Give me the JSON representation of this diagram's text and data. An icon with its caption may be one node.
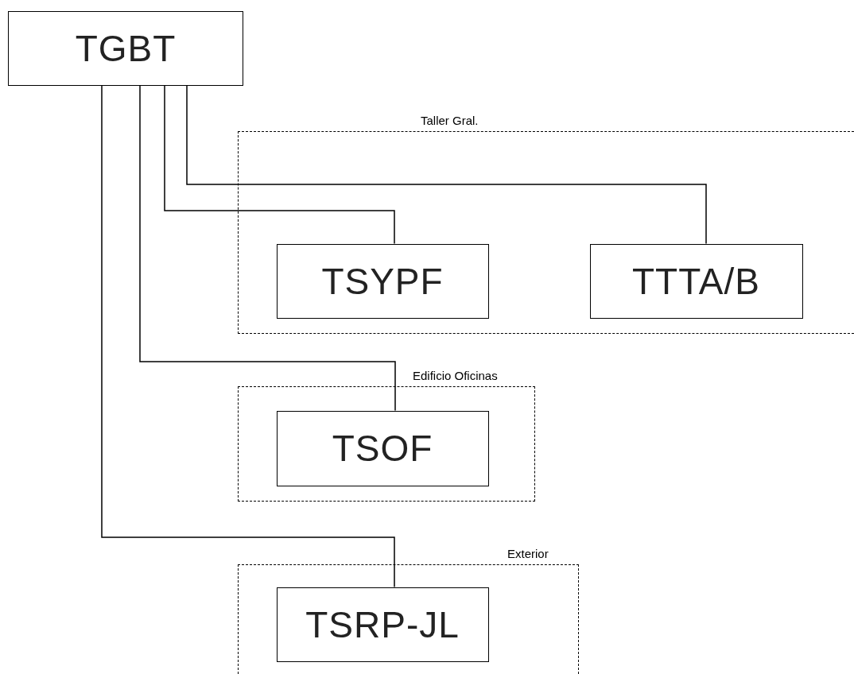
{
  "diagram": {
    "nodes": [
      {
        "text": [
          "TGBT"
        ]
      },
      {
        "text": [
          "Taller Gral."
        ]
      },
      {
        "text": [
          "TSYPF"
        ],
        "in": 1
      },
      {
        "text": [
          "TTTA/B"
        ],
        "in": 1
      },
      {
        "text": [
          "Edificio Oficinas"
        ]
      },
      {
        "text": [
          "TSOF"
        ],
        "in": 4
      },
      {
        "text": [
          "Exterior"
        ]
      },
      {
        "text": [
          "TSRP-JL"
        ],
        "in": 6
      }
    ],
    "edges": [
      {
        "from": 0,
        "to": 3,
        "arrow": "none"
      },
      {
        "from": 0,
        "to": 2,
        "arrow": "none"
      },
      {
        "from": 0,
        "to": 5,
        "arrow": "none"
      },
      {
        "from": 0,
        "to": 7,
        "arrow": "none"
      }
    ]
  }
}
